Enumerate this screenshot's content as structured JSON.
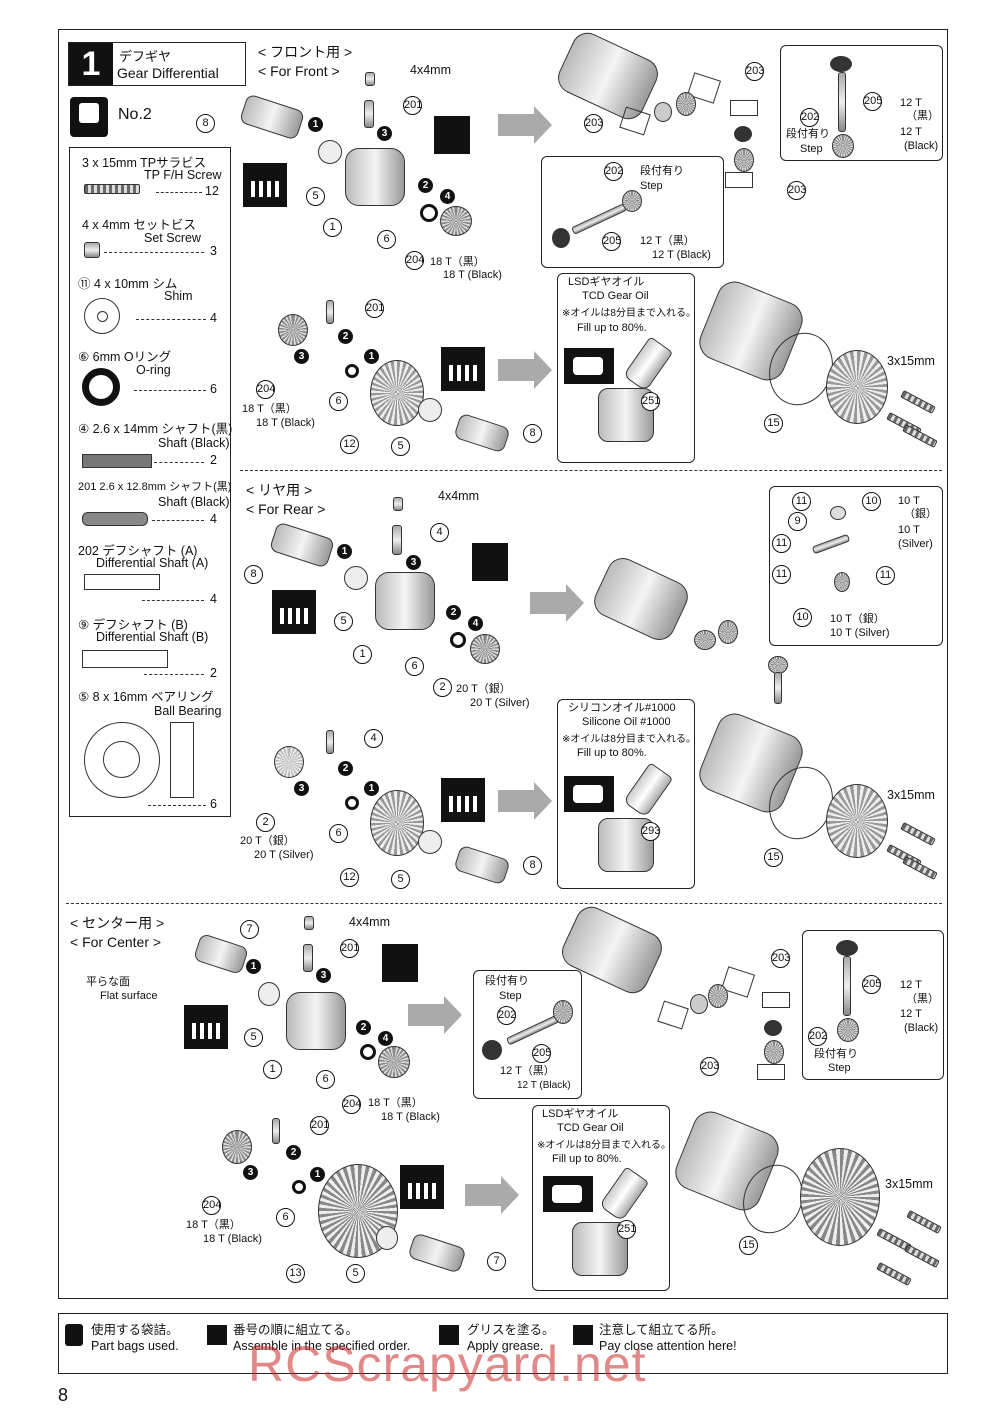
{
  "step": {
    "number": "1",
    "title_jp": "デフギヤ",
    "title_en": "Gear Differential"
  },
  "bag": {
    "label": "No.2"
  },
  "parts": [
    {
      "name_jp": "3 x 15mm TPサラビス",
      "name_en": "TP F/H Screw",
      "qty": "12"
    },
    {
      "name_jp": "4 x 4mm セットビス",
      "name_en": "Set Screw",
      "qty": "3"
    },
    {
      "name_jp": "⑪ 4 x 10mm シム",
      "name_en": "Shim",
      "qty": "4"
    },
    {
      "name_jp": "⑥ 6mm Oリング",
      "name_en": "O-ring",
      "qty": "6"
    },
    {
      "name_jp": "④ 2.6 x 14mm シャフト(黒)",
      "name_en": "Shaft (Black)",
      "qty": "2"
    },
    {
      "name_jp": "201 2.6 x 12.8mm シャフト(黒)",
      "name_en": "Shaft (Black)",
      "qty": "4"
    },
    {
      "name_jp": "202 デフシャフト (A)",
      "name_en": "Differential Shaft (A)",
      "qty": "4"
    },
    {
      "name_jp": "⑨ デフシャフト (B)",
      "name_en": "Differential Shaft (B)",
      "qty": "2"
    },
    {
      "name_jp": "⑤ 8 x 16mm ベアリング",
      "name_en": "Ball Bearing",
      "qty": "6"
    }
  ],
  "front": {
    "heading_jp": "< フロント用 >",
    "heading_en": "< For Front >",
    "setscrew": "4x4mm",
    "gear18": "18 T（黒）",
    "gear18_en": "18 T (Black)",
    "gear12_jp": "12 T",
    "gear12_jp2": "（黒）",
    "gear12_en": "12 T",
    "gear12_en2": "(Black)",
    "step_jp": "段付有り",
    "step_en": "Step",
    "inset_step_jp": "段付有り",
    "inset_step_en": "Step",
    "inset_12_jp": "12 T（黒）",
    "inset_12_en": "12 T (Black)",
    "oil_jp": "LSDギヤオイル",
    "oil_en": "TCD Gear Oil",
    "fill_jp": "※オイルは8分目まで入れる。",
    "fill_en": "Fill up to 80%.",
    "screw_size": "3x15mm",
    "gear18b": "18 T（黒）",
    "gear18b_en": "18 T (Black)"
  },
  "rear": {
    "heading_jp": "< リヤ用 >",
    "heading_en": "< For Rear >",
    "setscrew": "4x4mm",
    "gear20": "20 T（銀）",
    "gear20_en": "20 T (Silver)",
    "gear10_jp": "10 T",
    "gear10_jp2": "（銀）",
    "gear10_en": "10 T",
    "gear10_en2": "(Silver)",
    "gear10b_jp": "10 T（銀）",
    "gear10b_en": "10 T (Silver)",
    "oil_jp": "シリコンオイル#1000",
    "oil_en": "Silicone Oil #1000",
    "fill_jp": "※オイルは8分目まで入れる。",
    "fill_en": "Fill up to 80%.",
    "screw_size": "3x15mm",
    "gear20b": "20 T（銀）",
    "gear20b_en": "20 T (Silver)"
  },
  "center": {
    "heading_jp": "< センター用 >",
    "heading_en": "< For Center >",
    "setscrew": "4x4mm",
    "flat_jp": "平らな面",
    "flat_en": "Flat surface",
    "gear18": "18 T（黒）",
    "gear18_en": "18 T (Black)",
    "step_jp": "段付有り",
    "step_en": "Step",
    "inset_12_jp": "12 T（黒）",
    "inset_12_en": "12 T (Black)",
    "gear12_jp": "12 T",
    "gear12_jp2": "（黒）",
    "gear12_en": "12 T",
    "gear12_en2": "(Black)",
    "step2_jp": "段付有り",
    "step2_en": "Step",
    "oil_jp": "LSDギヤオイル",
    "oil_en": "TCD Gear Oil",
    "fill_jp": "※オイルは8分目まで入れる。",
    "fill_en": "Fill up to 80%.",
    "screw_size": "3x15mm",
    "gear18b": "18 T（黒）",
    "gear18b_en": "18 T (Black)"
  },
  "legend": [
    {
      "jp": "使用する袋詰。",
      "en": "Part bags used."
    },
    {
      "jp": "番号の順に組立てる。",
      "en": "Assemble in the specified order."
    },
    {
      "jp": "グリスを塗る。",
      "en": "Apply grease."
    },
    {
      "jp": "注意して組立てる所。",
      "en": "Pay close attention here!"
    }
  ],
  "page_number": "8",
  "watermark": "RCScrapyard.net"
}
